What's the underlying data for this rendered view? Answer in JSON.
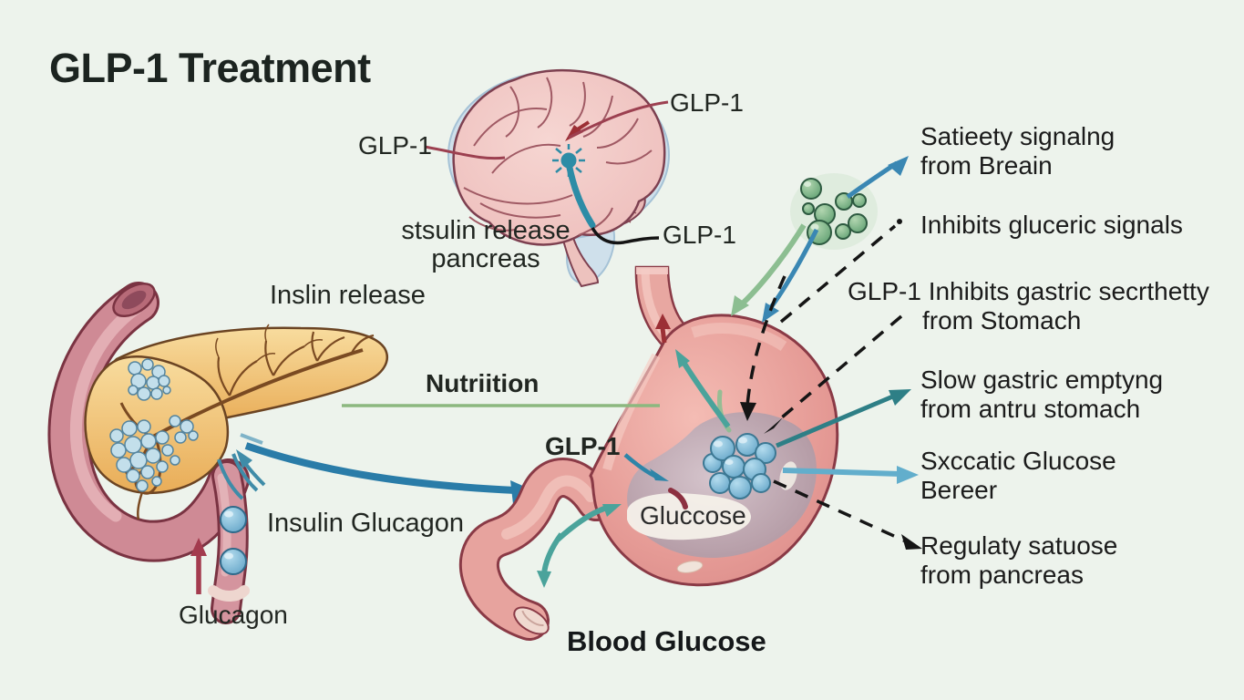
{
  "title": "GLP-1 Treatment",
  "brain": {
    "label_left": "GLP-1",
    "label_top_right": "GLP-1",
    "label_brainstem": "GLP-1",
    "caption_line1": "stsulin release",
    "caption_line2": "pancreas"
  },
  "pancreas_labels": {
    "insulin_release": "Inslin release",
    "insulin_glucagon": "Insulin Glucagon",
    "glucagon": "Glucagon"
  },
  "center_labels": {
    "nutrition": "Nutriition",
    "glp1": "GLP-1",
    "blood_glucose": "Blood Glucose"
  },
  "stomach_labels": {
    "glucose": "Gluccose"
  },
  "effect_labels": [
    {
      "line1": "Satieety signalng",
      "line2": "from Breain"
    },
    {
      "line1": "Inhibits gluceric signals",
      "line2": ""
    },
    {
      "line1": "GLP-1 Inhibits gastric secrthetty",
      "line2": "from Stomach"
    },
    {
      "line1": "Slow gastric emptyng",
      "line2": "from antru stomach"
    },
    {
      "line1": "Sxccatic Glucose",
      "line2": "Bereer"
    },
    {
      "line1": "Regulaty satuose",
      "line2": "from pancreas"
    }
  ],
  "colors": {
    "background": "#edf3ec",
    "accent_teal": "#2e7f86",
    "accent_blue": "#2a7ca8",
    "accent_light_blue": "#62aecc",
    "accent_green": "#8cbe91",
    "dashed_black": "#151515",
    "dark_red": "#9c2f35",
    "title_text": "#1c2420"
  }
}
